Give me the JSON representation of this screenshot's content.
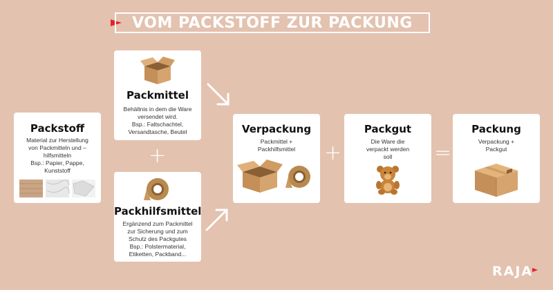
{
  "title": "VOM PACKSTOFF ZUR PACKUNG",
  "colors": {
    "background": "#e3c2b0",
    "card": "#ffffff",
    "accent_red": "#e3232a",
    "cardboard": "#d6a46e",
    "tape": "#b98a4e"
  },
  "cards": {
    "packstoff": {
      "title": "Packstoff",
      "desc": "Material zur Herstellung\nvon Packmitteln und –\nhilfsmitteln\nBsp.: Papier, Pappe,\nKunststoff"
    },
    "packmittel": {
      "title": "Packmittel",
      "desc": "Behältnis in dem die Ware\nversendet wird.\nBsp.: Faltschachtel,\nVersandtasche, Beutel"
    },
    "packhilfsmittel": {
      "title": "Packhilfsmittel",
      "desc": "Ergänzend zum Packmittel\nzur Sicherung und zum\nSchutz  des Packgutes\nBsp.:  Polstermaterial,\nEtiketten, Packband..."
    },
    "verpackung": {
      "title": "Verpackung",
      "desc": "Packmittel +\nPackhilfsmittel"
    },
    "packgut": {
      "title": "Packgut",
      "desc": "Die Ware die\nverpackt werden\nsoll"
    },
    "packung": {
      "title": "Packung",
      "desc": "Verpackung +\nPackgut"
    }
  },
  "operators": {
    "plus_left": "+",
    "plus_right": "+",
    "equals": "="
  },
  "icons": [
    "open-box-icon",
    "tape-roll-icon",
    "teddy-bear-icon",
    "closed-box-icon",
    "material-samples"
  ],
  "logo": "RAJA"
}
